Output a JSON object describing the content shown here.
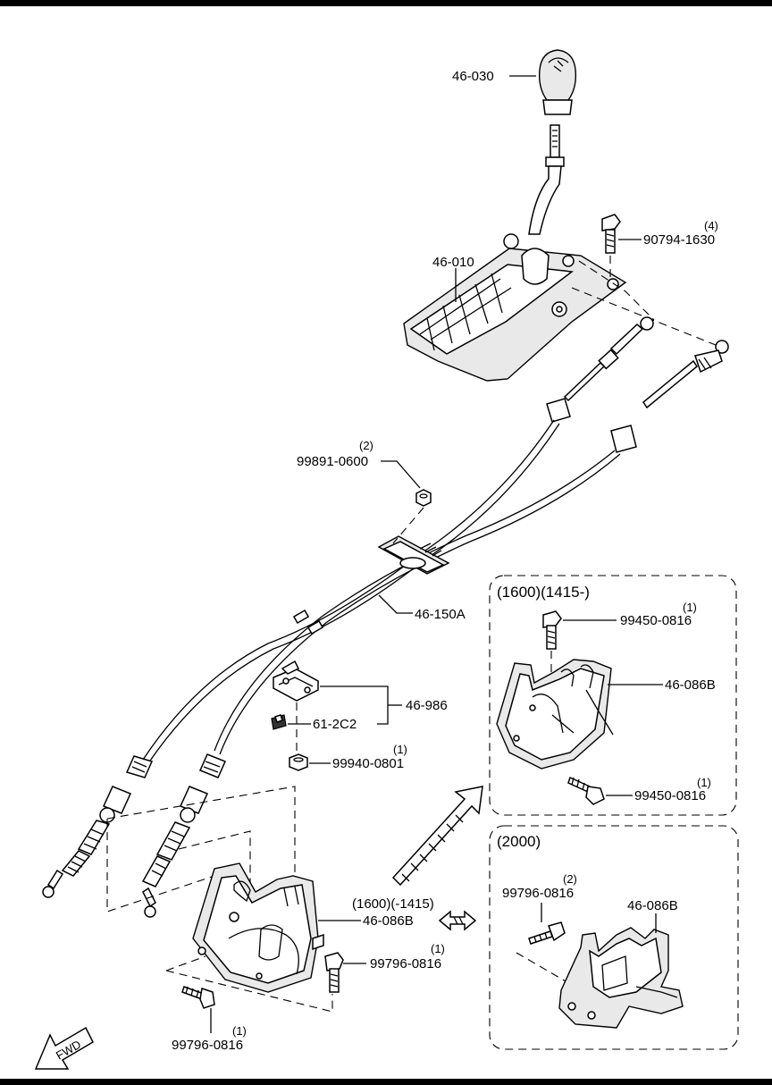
{
  "labels": {
    "shift_knob": "46-030",
    "shift_lever": "46-010",
    "lever_bolt": "90794-1630",
    "lever_bolt_qty": "(4)",
    "cable_nut": "99891-0600",
    "cable_nut_qty": "(2)",
    "cable_assembly": "46-150A",
    "clip_assembly": "46-986",
    "clip_pin": "61-2C2",
    "bracket_nut": "99940-0801",
    "bracket_nut_qty": "(1)",
    "bracket_main": "46-086B",
    "bracket_main_variant": "(1600)(-1415)",
    "bracket_bolt_right": "99796-0816",
    "bracket_bolt_right_qty": "(1)",
    "bracket_bolt_left": "99796-0816",
    "bracket_bolt_left_qty": "(1)",
    "fwd": "FWD"
  },
  "inset_1600": {
    "title": "(1600)(1415-)",
    "bracket": "46-086B",
    "bolt_top": "99450-0816",
    "bolt_top_qty": "(1)",
    "bolt_bottom": "99450-0816",
    "bolt_bottom_qty": "(1)"
  },
  "inset_2000": {
    "title": "(2000)",
    "bracket": "46-086B",
    "bolt": "99796-0816",
    "bolt_qty": "(2)"
  }
}
